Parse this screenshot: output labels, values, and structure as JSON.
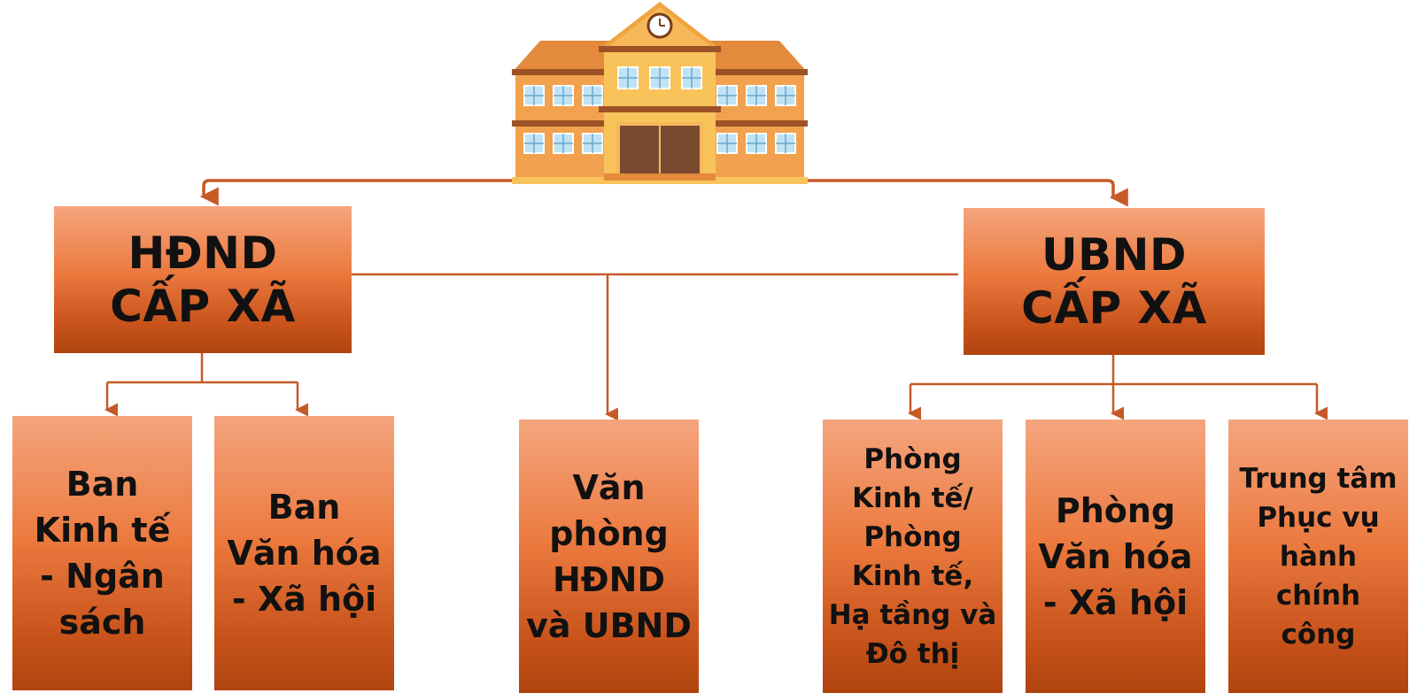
{
  "colors": {
    "connector": "#c65a27",
    "box_light": "#f4a57e",
    "box_dark": "#b0440f",
    "text": "#111111"
  },
  "icon": "school-building-icon",
  "top_nodes": {
    "hdnd": "HĐND\nCẤP XÃ",
    "ubnd": "UBND\nCẤP XÃ"
  },
  "hdnd_children": [
    "Ban\nKinh tế\n- Ngân\nsách",
    "Ban\nVăn hóa\n- Xã hội"
  ],
  "shared_office": "Văn\nphòng\nHĐND\nvà UBND",
  "ubnd_children": [
    "Phòng\nKinh tế/\nPhòng\nKinh tế,\nHạ tầng và\nĐô thị",
    "Phòng\nVăn hóa\n- Xã hội",
    "Trung tâm\nPhục vụ\nhành\nchính\ncông"
  ]
}
